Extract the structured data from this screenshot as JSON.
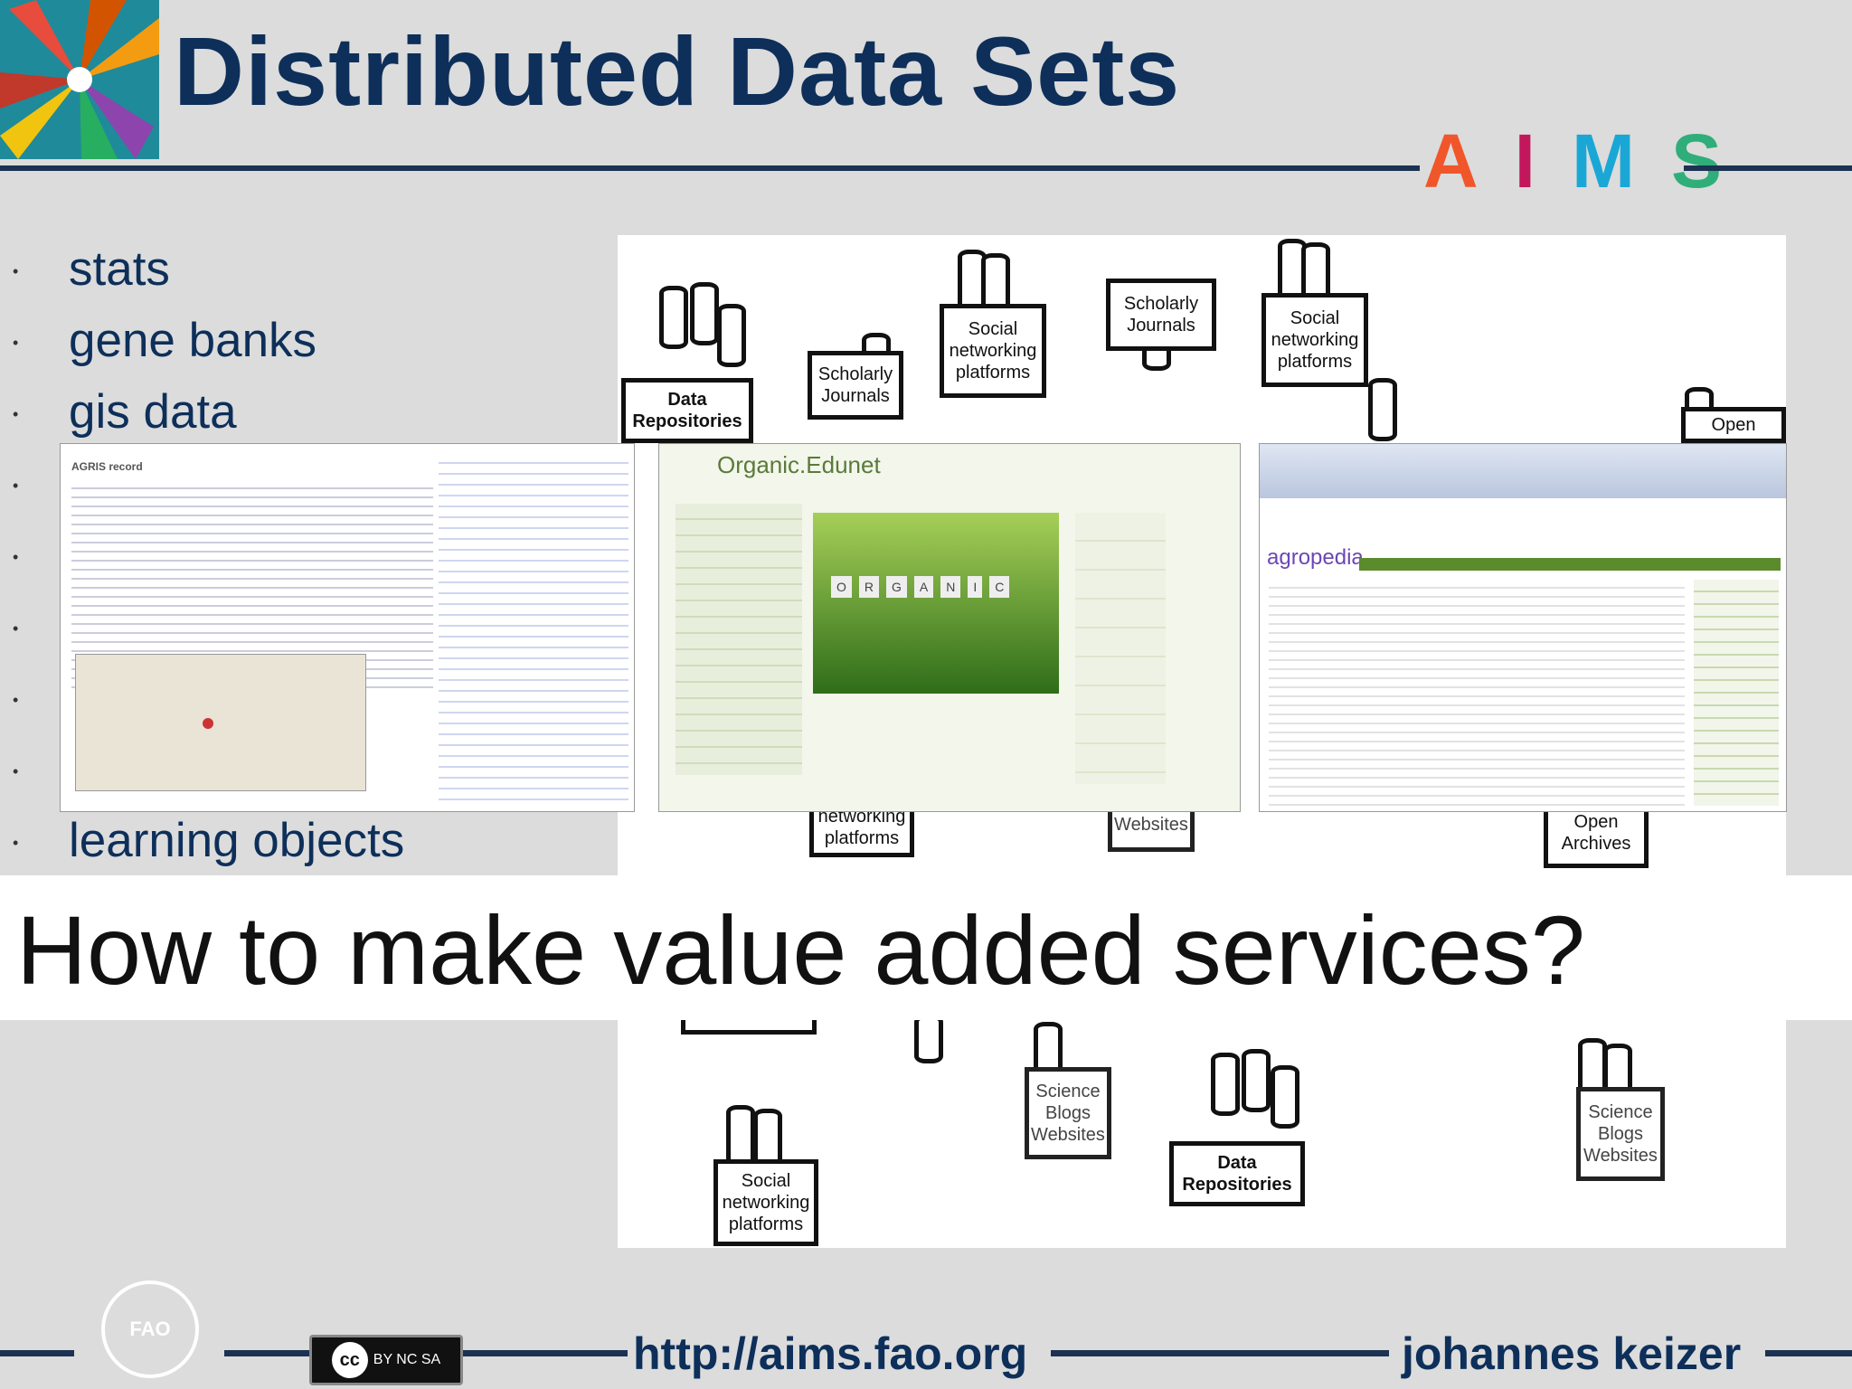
{
  "slide": {
    "title": "Distributed Data Sets",
    "brand": [
      "A",
      "I",
      "M",
      "S"
    ]
  },
  "bullets": [
    "stats",
    "gene banks",
    "gis data",
    "",
    "",
    "",
    "",
    "",
    "learning objects"
  ],
  "diagram": {
    "nodes": {
      "data_repositories": "Data Repositories",
      "scholarly_journals": "Scholarly Journals",
      "social_networking": "Social networking platforms",
      "science_blogs": "Science Blogs Websites",
      "open": "Open",
      "open_archives": "Open Archives",
      "networking_platforms": "networking platforms",
      "blogs_websites": "Websites"
    }
  },
  "screenshots": {
    "agris": {
      "heading": "AGRIS record"
    },
    "organic": {
      "logo": "Organic.Edunet",
      "tiles": [
        "O",
        "R",
        "G",
        "A",
        "N",
        "I",
        "C"
      ]
    },
    "agropedia": {
      "logo": "agropedia"
    }
  },
  "banner": {
    "question": "How to make value added services?"
  },
  "footer": {
    "fao": "FAO",
    "license": "BY NC SA",
    "url": "http://aims.fao.org",
    "author": "johannes keizer"
  }
}
